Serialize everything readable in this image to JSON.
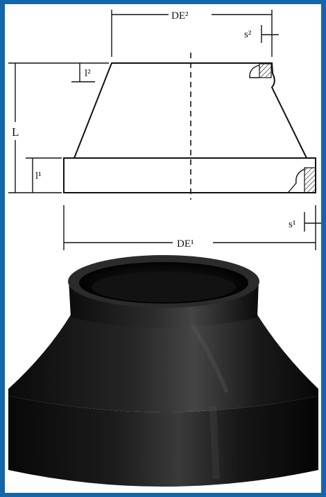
{
  "labels": {
    "de2": "DE²",
    "s2": "s²",
    "l2": "l²",
    "L": "L",
    "l1": "l¹",
    "s1": "s¹",
    "de1": "DE¹"
  },
  "colors": {
    "frame": "#1366a8",
    "panel": "#ffffff",
    "line": "#111111",
    "fitting_dark": "#0c0c0c",
    "fitting_highlight": "#4a4a4a"
  }
}
